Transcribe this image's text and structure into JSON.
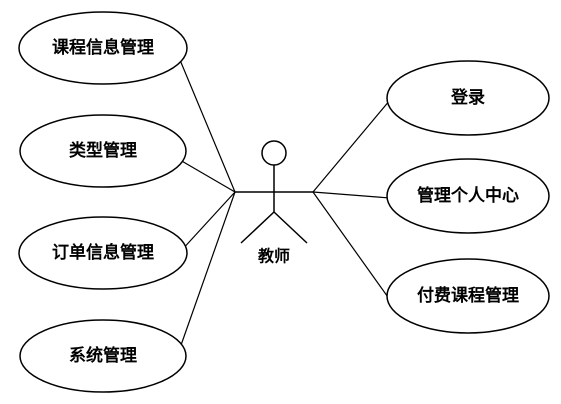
{
  "actor": {
    "name": "教师"
  },
  "use_cases": {
    "left": [
      {
        "id": "course-info-management",
        "label": "课程信息管理"
      },
      {
        "id": "type-management",
        "label": "类型管理"
      },
      {
        "id": "order-info-management",
        "label": "订单信息管理"
      },
      {
        "id": "system-management",
        "label": "系统管理"
      }
    ],
    "right": [
      {
        "id": "login",
        "label": "登录"
      },
      {
        "id": "personal-center-management",
        "label": "管理个人中心"
      },
      {
        "id": "paid-course-management",
        "label": "付费课程管理"
      }
    ]
  },
  "colors": {
    "stroke": "#000000",
    "fill": "#ffffff",
    "text": "#000000"
  }
}
